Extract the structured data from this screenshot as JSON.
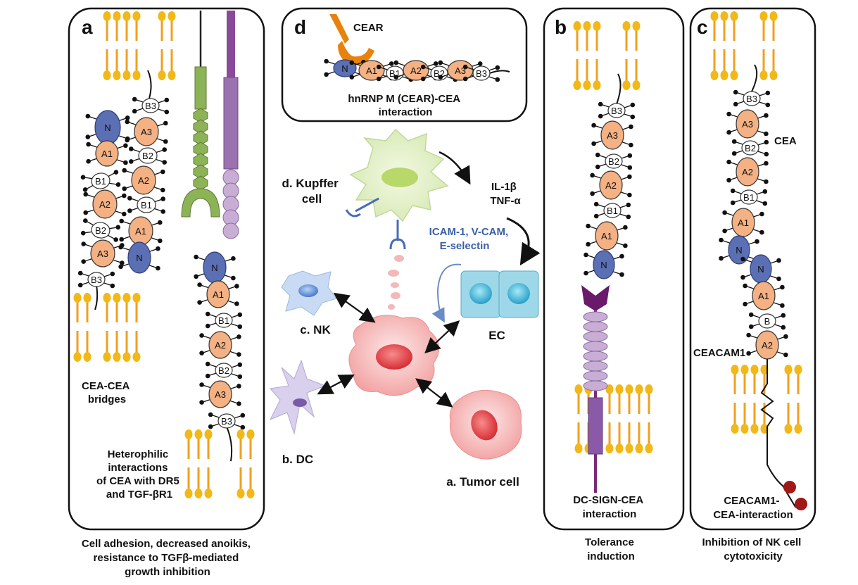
{
  "panels": {
    "a": {
      "letter": "a",
      "cea_cea_label": [
        "CEA-CEA",
        "bridges"
      ],
      "heterophilic_label": [
        "Heterophilic",
        "interactions",
        "of CEA with DR5",
        "and TGF-βR1"
      ],
      "caption": [
        "Cell adhesion, decreased anoikis,",
        "resistance to TGFβ-mediated",
        "growth inhibition"
      ]
    },
    "b": {
      "letter": "b",
      "interaction_label": [
        "DC-SIGN-CEA",
        "interaction"
      ],
      "caption": [
        "Tolerance",
        "induction"
      ]
    },
    "c": {
      "letter": "c",
      "cea_label": "CEA",
      "ceacam1_label": "CEACAM1",
      "interaction_label": [
        "CEACAM1-",
        "CEA-interaction"
      ],
      "caption": [
        "Inhibition of NK cell",
        "cytotoxicity"
      ]
    },
    "d": {
      "letter": "d",
      "cear_label": "CEAR",
      "interaction_label": [
        "hnRNP M (CEAR)-CEA",
        "interaction"
      ]
    }
  },
  "domains": {
    "n": "N",
    "a1": "A1",
    "a2": "A2",
    "a3": "A3",
    "b1": "B1",
    "b2": "B2",
    "b3": "B3",
    "b": "B"
  },
  "center": {
    "kupffer_label": [
      "d. Kupffer",
      "cell"
    ],
    "cytokines": [
      "IL-1β",
      "TNF-α"
    ],
    "adhesion_molecules": [
      "ICAM-1, V-CAM,",
      "E-selectin"
    ],
    "nk_label": "c. NK",
    "ec_label": "EC",
    "dc_label": "b. DC",
    "tumor_label": "a. Tumor cell"
  },
  "colors": {
    "membrane": "#f0a020",
    "a_domain": "#f4b183",
    "n_domain": "#5b6fb5",
    "b_domain": "#ffffff",
    "tgfbr": "#8db357",
    "dr5": "#9b72b0",
    "dcsign": "#8a5aa8",
    "cear": "#e8820c",
    "kupffer": "#e3f0c8",
    "tumor": "#f4b3b3",
    "ec": "#9ed8e8",
    "nk": "#c9dbf4",
    "dc": "#d8d0ec",
    "adhesion_text": "#3a5fa8"
  }
}
